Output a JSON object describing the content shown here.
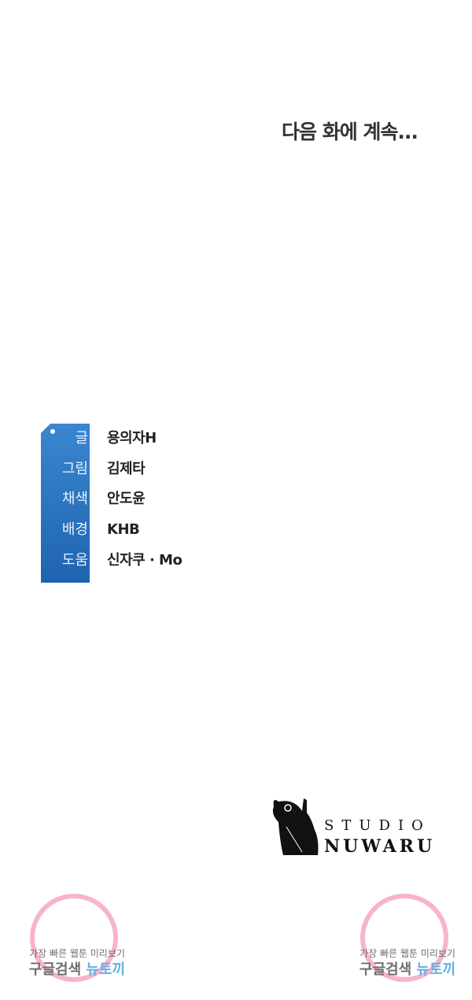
{
  "continuation": "다음 화에 계속...",
  "credits": [
    {
      "role": "글",
      "name": "용의자H"
    },
    {
      "role": "그림",
      "name": "김제타"
    },
    {
      "role": "채색",
      "name": "안도윤"
    },
    {
      "role": "배경",
      "name": "KHB"
    },
    {
      "role": "도움",
      "name": "신자쿠 · Mo"
    }
  ],
  "studio": {
    "line1": "STUDIO",
    "line2": "NUWARU"
  },
  "watermark": {
    "line1": "가장 빠른 웹툰 미리보기",
    "search": "구글검색",
    "site": "뉴토끼"
  },
  "colors": {
    "tag": "#2a74c0",
    "heading": "#333333"
  }
}
